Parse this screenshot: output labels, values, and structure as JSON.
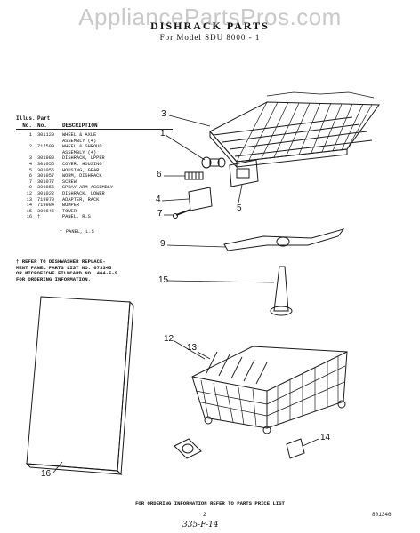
{
  "watermark": "AppliancePartsPros.com",
  "title": "DISHRACK PARTS",
  "subtitle": "For Model SDU 8000 - 1",
  "table": {
    "headers": {
      "col1_top": "Illus.",
      "col1": "No.",
      "col2_top": "Part",
      "col2": "No.",
      "col3": "DESCRIPTION"
    },
    "rows": [
      {
        "illus": "1",
        "part": "301120",
        "desc": "WHEEL & AXLE"
      },
      {
        "illus": "",
        "part": "",
        "desc": "ASSEMBLY (4)"
      },
      {
        "illus": "2",
        "part": "717599",
        "desc": "WHEEL & SHROUD"
      },
      {
        "illus": "",
        "part": "",
        "desc": "ASSEMBLY (4)"
      },
      {
        "illus": "3",
        "part": "301980",
        "desc": "DISHRACK, UPPER"
      },
      {
        "illus": "4",
        "part": "301056",
        "desc": "COVER, HOUSING"
      },
      {
        "illus": "5",
        "part": "301055",
        "desc": "HOUSING, GEAR"
      },
      {
        "illus": "6",
        "part": "301057",
        "desc": "WORM, DISHRACK"
      },
      {
        "illus": "7",
        "part": "301077",
        "desc": "SCREW"
      },
      {
        "illus": "9",
        "part": "300856",
        "desc": "SPRAY ARM ASSEMBLY"
      },
      {
        "illus": "12",
        "part": "301022",
        "desc": "DISHRACK, LOWER"
      },
      {
        "illus": "13",
        "part": "719970",
        "desc": "ADAPTER, RACK"
      },
      {
        "illus": "14",
        "part": "719984",
        "desc": "BUMPER"
      },
      {
        "illus": "15",
        "part": "300646",
        "desc": "TOWER"
      },
      {
        "illus": "16",
        "part": "†",
        "desc": "PANEL, R.S"
      }
    ],
    "panel_ls": "PANEL, L.S"
  },
  "note": [
    "† REFER TO DISHWASHER REPLACE-",
    "MENT PANEL PARTS LIST NO. 673345",
    "OR MICROFICHE FILMCARD NO. 464-F-9",
    "FOR ORDERING INFORMATION."
  ],
  "callouts": {
    "c1": "1",
    "c3": "3",
    "c4": "4",
    "c5": "5",
    "c6": "6",
    "c7": "7",
    "c9": "9",
    "c12": "12",
    "c13": "13",
    "c14": "14",
    "c15": "15",
    "c16": "16"
  },
  "footer": "FOR ORDERING INFORMATION REFER TO PARTS PRICE LIST",
  "page_number": "2",
  "doc_id": "801346",
  "handwritten": "335-F-14"
}
